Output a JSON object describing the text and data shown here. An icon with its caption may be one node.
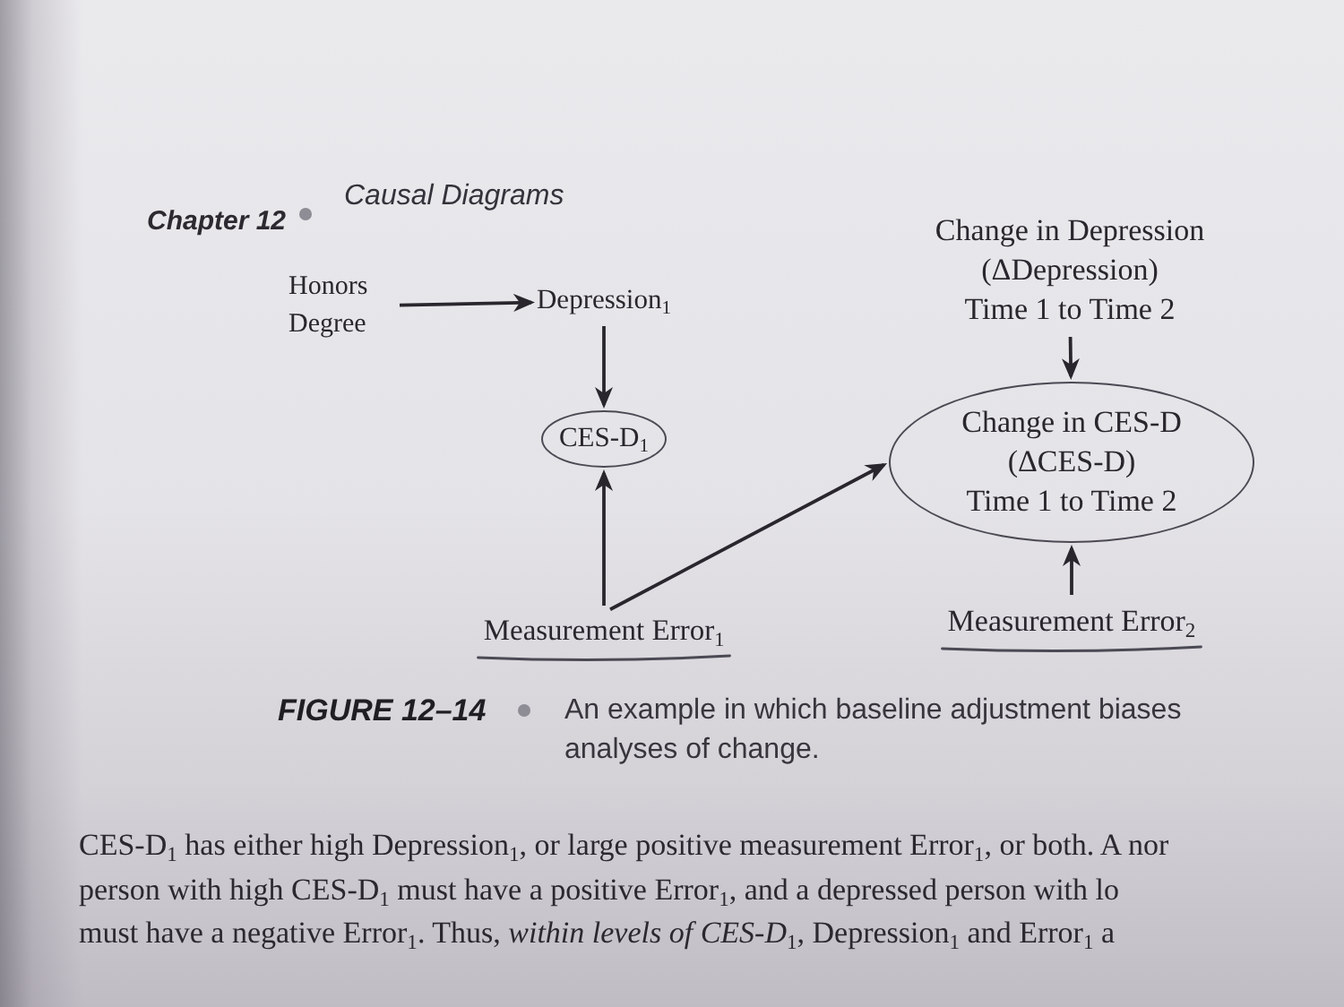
{
  "diagram": {
    "title": "FIGURE 12–14",
    "caption": "An example in which baseline adjustment biases analyses of change.",
    "nodes": [
      {
        "text": [
          "Honors Degree"
        ]
      },
      {
        "text": [
          "Depression$_{1}$"
        ]
      },
      {
        "text": [
          "CES-D$_{1}$"
        ]
      },
      {
        "text": [
          "Change in Depression",
          "(ΔDepression)",
          "Time 1 to Time 2"
        ]
      },
      {
        "text": [
          "Change in CES-D",
          "(ΔCES-D)",
          "Time 1 to Time 2"
        ]
      },
      {
        "text": [
          "Measurement Error$_{1}$"
        ]
      },
      {
        "text": [
          "Measurement Error$_{2}$"
        ]
      }
    ],
    "edges": [
      {
        "from": 0,
        "to": 1,
        "arrow": "to"
      },
      {
        "from": 1,
        "to": 2,
        "arrow": "to"
      },
      {
        "from": 3,
        "to": 4,
        "arrow": "to"
      },
      {
        "from": 5,
        "to": 2,
        "arrow": "to"
      },
      {
        "from": 5,
        "to": 4,
        "arrow": "to"
      },
      {
        "from": 6,
        "to": 4,
        "arrow": "to"
      }
    ],
    "labels": [
      "Chapter 12",
      "Causal Diagrams",
      "CES-D$_{1}$ has either high Depression$_{1}$, or large positive measurement Error$_{1}$, or both. A nor",
      "person with high CES-D$_{1}$ must have a positive Error$_{1}$, and a depressed person with lo",
      "must have a negative Error$_{1}$. Thus, *within levels of CES-D*$_{1}$, Depression$_{1}$ and Error$_{1}$ a"
    ]
  }
}
